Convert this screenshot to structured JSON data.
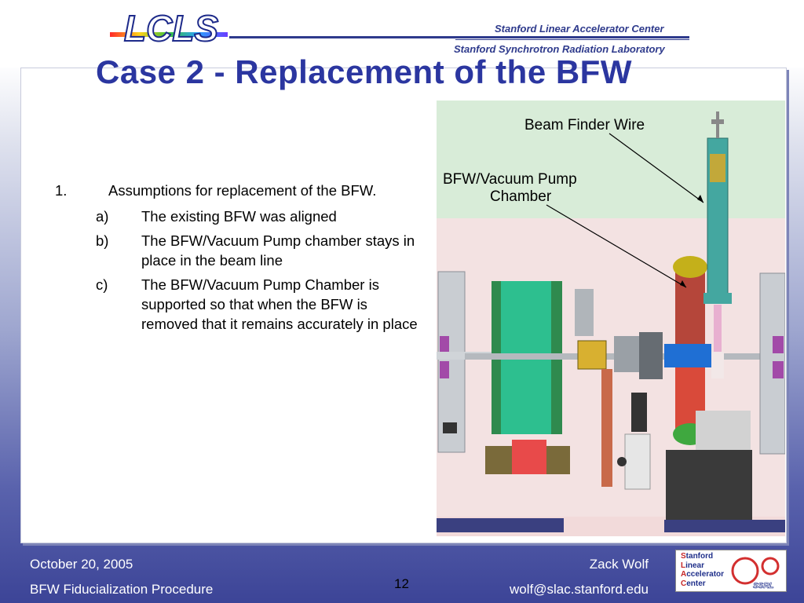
{
  "header": {
    "logo_text": "LCLS",
    "lab_line1": "Stanford Linear Accelerator Center",
    "lab_line2": "Stanford Synchrotron Radiation Laboratory"
  },
  "slide": {
    "title": "Case 2 - Replacement of the BFW",
    "list": {
      "num": "1.",
      "text": "Assumptions for replacement of the BFW.",
      "subs": [
        {
          "num": "a)",
          "text": "The existing BFW was aligned"
        },
        {
          "num": "b)",
          "text": "The BFW/Vacuum Pump chamber stays in place in the beam line"
        },
        {
          "num": "c)",
          "text": "The BFW/Vacuum Pump Chamber is supported so that when the BFW is removed that it remains accurately in place"
        }
      ]
    },
    "figure": {
      "label_bfw": "Beam Finder Wire",
      "label_chamber_1": "BFW/Vacuum Pump",
      "label_chamber_2": "Chamber"
    }
  },
  "footer": {
    "date": "October 20, 2005",
    "doc": "BFW Fiducialization Procedure",
    "page": "12",
    "author": "Zack Wolf",
    "email": "wolf@slac.stanford.edu",
    "badge_letters": [
      "S",
      "L",
      "A",
      "C"
    ],
    "badge_words": [
      "tanford",
      "inear",
      "ccelerator",
      "enter"
    ],
    "badge_ssrl": "SSRL"
  }
}
